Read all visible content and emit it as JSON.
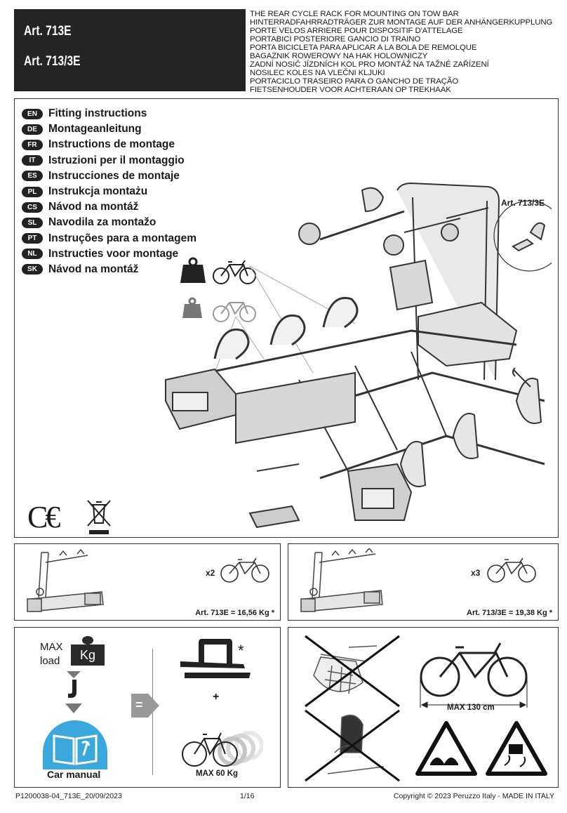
{
  "header": {
    "models": [
      "Art. 713E",
      "Art. 713/3E"
    ],
    "titles": [
      "THE REAR CYCLE RACK FOR MOUNTING ON TOW BAR",
      "HINTERRADFAHRRADTRÄGER ZUR MONTAGE AUF DER ANHÄNGERKUPPLUNG",
      "PORTE VELOS ARRIERE POUR DISPOSITIF D'ATTELAGE",
      "PORTABICI POSTERIORE GANCIO DI TRAINO",
      "PORTA BICICLETA PARA APLICAR A LA BOLA DE REMOLQUE",
      "BAGAŻNIK ROWEROWY NA HAK HOLOWNICZY",
      "ZADNÍ NOSIČ JÍZDNÍCH KOL PRO MONTÁŽ NA TAŽNÉ ZAŘÍZENÍ",
      "NOSILEC KOLES NA VLEČNI KLJUKI",
      "PORTACICLO TRASEIRO PARA O GANCHO DE TRAÇÃO",
      "FIETSENHOUDER VOOR ACHTERAAN OP TREKHAAK"
    ]
  },
  "languages": [
    {
      "code": "EN",
      "label": "Fitting instructions"
    },
    {
      "code": "DE",
      "label": "Montageanleitung"
    },
    {
      "code": "FR",
      "label": "Instructions de montage"
    },
    {
      "code": "IT",
      "label": "Istruzioni per il montaggio"
    },
    {
      "code": "ES",
      "label": "Instrucciones de montaje"
    },
    {
      "code": "PL",
      "label": "Instrukcja montażu"
    },
    {
      "code": "CS",
      "label": "Návod na montáž"
    },
    {
      "code": "SL",
      "label": "Navodila za montažo"
    },
    {
      "code": "PT",
      "label": "Instruções para a montagem"
    },
    {
      "code": "NL",
      "label": "Instructies voor montage"
    },
    {
      "code": "SK",
      "label": "Návod na montáž"
    }
  ],
  "illustration": {
    "variant_label": "Art. 713/3E"
  },
  "variants": [
    {
      "qty": "x2",
      "weight": "Art. 713E = 16,56 Kg *"
    },
    {
      "qty": "x3",
      "weight": "Art. 713/3E = 19,38 Kg *"
    }
  ],
  "load_panel": {
    "max": "MAX",
    "load": "load",
    "kg": "Kg",
    "equals": "=",
    "star": "*",
    "plus": "+",
    "car_manual": "Car manual",
    "max_weight": "MAX 60 Kg"
  },
  "warning_panel": {
    "max_length": "MAX 130 cm"
  },
  "footer": {
    "code": "P1200038-04_713E_20/09/2023",
    "page": "1/16",
    "copyright": "Copyright  ©  2023 Peruzzo Italy - MADE IN ITALY"
  },
  "colors": {
    "dark": "#242424",
    "accent_blue": "#3aa7dd"
  }
}
